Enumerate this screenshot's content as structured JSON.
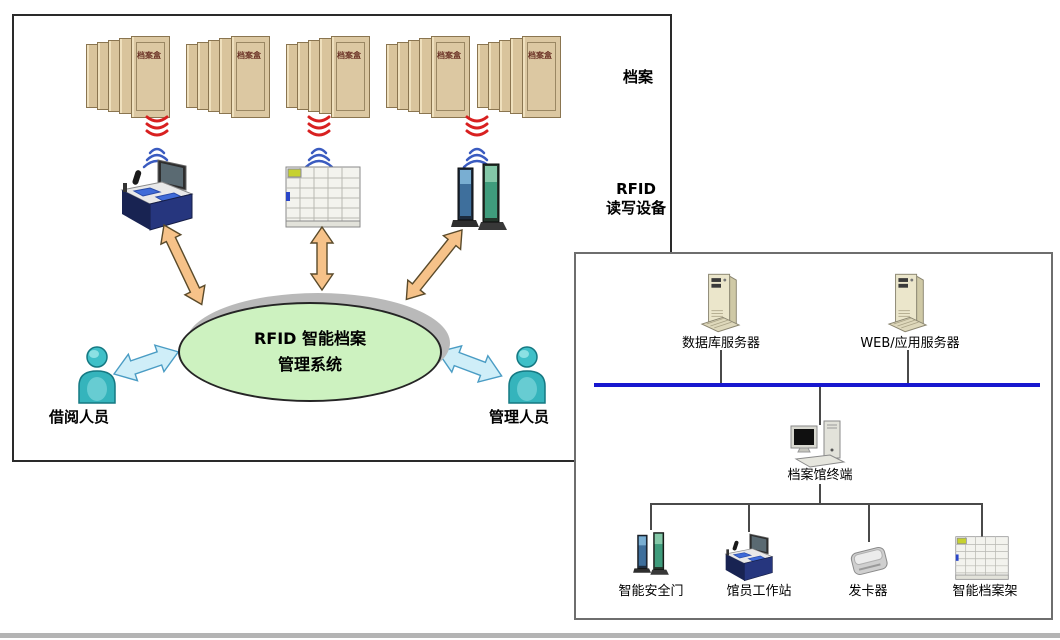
{
  "left_panel": {
    "archives_label": "档案",
    "rfid_label_line1": "RFID",
    "rfid_label_line2": "读写设备",
    "box_label": "档案盒",
    "ellipse_line1": "RFID 智能档案",
    "ellipse_line2": "管理系统",
    "borrower_label": "借阅人员",
    "manager_label": "管理人员"
  },
  "right_panel": {
    "db_server_label": "数据库服务器",
    "web_server_label": "WEB/应用服务器",
    "terminal_label": "档案馆终端",
    "gate_label": "智能安全门",
    "workstation_label": "馆员工作站",
    "card_issuer_label": "发卡器",
    "shelf_label": "智能档案架"
  },
  "colors": {
    "bus_line": "#1717cf",
    "ellipse_fill": "#cdf2c0",
    "arrow_orange": "#f6c289",
    "arrow_blue": "#cfeef8",
    "person_teal": "#3fc0c8",
    "box_tan": "#d9c49c",
    "signal_red": "#d82020",
    "signal_blue": "#3a5bc0"
  }
}
